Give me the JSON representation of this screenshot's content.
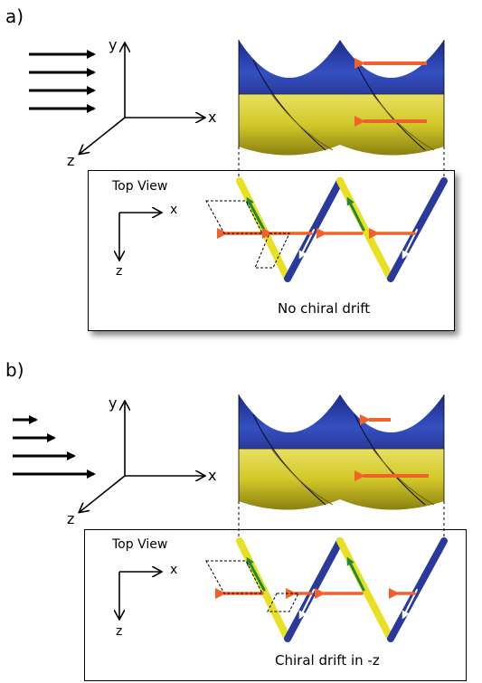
{
  "panels": [
    {
      "label": "a)",
      "axes_3d": {
        "x": "x",
        "y": "y",
        "z": "z"
      },
      "top_view": {
        "title": "Top View",
        "x": "x",
        "z": "z"
      },
      "caption": "No chiral drift"
    },
    {
      "label": "b)",
      "axes_3d": {
        "x": "x",
        "y": "y",
        "z": "z"
      },
      "top_view": {
        "title": "Top View",
        "x": "x",
        "z": "z"
      },
      "caption": "Chiral drift in -z"
    }
  ],
  "colors": {
    "blue": "#2a3a9c",
    "yellow": "#d8cf2a",
    "orange": "#f0622a",
    "green": "#1f8a3a",
    "shadow": "#555555"
  }
}
